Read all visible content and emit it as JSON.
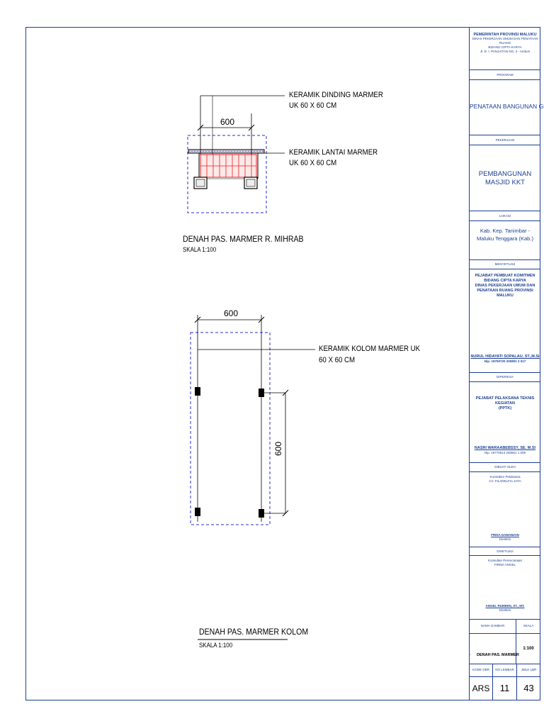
{
  "drawings": {
    "mihrab": {
      "label_wall": [
        "KERAMIK DINDING MARMER",
        "UK 60 X 60 CM"
      ],
      "label_floor": [
        "KERAMIK LANTAI MARMER",
        "UK 60 X 60 CM"
      ],
      "dimension": "600",
      "title": "DENAH PAS. MARMER R. MIHRAB",
      "scale": "SKALA 1:100"
    },
    "kolom": {
      "label_column": [
        "KERAMIK KOLOM MARMER UK",
        "60 X 60 CM"
      ],
      "dimension_h": "600",
      "dimension_v": "600",
      "title": "DENAH PAS. MARMER KOLOM",
      "scale": "SKALA 1:100"
    }
  },
  "title_block": {
    "header": {
      "agency": "PEMERINTAH PROVINSI MALUKU",
      "dept": "DINAS PEKERJAAN UMUM DAN PENATAAN RUANG",
      "field": "BIDANG CIPTA KARYA",
      "address": "Jl. D. I. PANJAITAN NO. 3 - Ambon"
    },
    "program_label": "PROGRAM",
    "program_value": "PENATAAN BANGUNAN GEDUNG",
    "pekerjaan_label": "PEKERJAAN",
    "pekerjaan_value": "PEMBANGUNAN MASJID KKT",
    "lokasi_label": "LOKASI",
    "lokasi_value": "Kab. Kep. Tanimbar - Maluku Tenggara (Kab.)",
    "menyetujui_label": "MENYETUJUI",
    "menyetujui_value": [
      "PEJABAT PEMBUAT KOMITMEN",
      "BIDANG CIPTA KARYA",
      "DINAS PEKERJAAN UMUM DAN",
      "PENATAAN RUANG PROVINSI MALUKU"
    ],
    "menyetujui_name": "NURUL HIDAYATI SOPALAU, ST.,M.Si",
    "menyetujui_nip": "Nip. 19750720 200801 2 017",
    "diperiksa_label": "DIPERIKSA",
    "diperiksa_value": [
      "PEJABAT PELAKSANA TEKNIS KEGIATAN",
      "(PPTK)"
    ],
    "diperiksa_name": "NASRI WARAABEBSSY, SE. M.SI",
    "diperiksa_nip": "Nip. 19770513 200801 1 009",
    "dibuat_label": "DIBUAT OLEH",
    "dibuat_value": [
      "Kontraktor Pelaksana",
      "CV. FILADELFIA JAYA"
    ],
    "dibuat_name": "FRIDA DAMAMAIN",
    "dibuat_role": "Direktris",
    "disetujui_label": "DISETUJUI",
    "disetujui_value": [
      "Konsultan Perencanaan",
      "FIRMA ANGEL"
    ],
    "disetujui_name": "ANGEL RUMIHIN, ST., MT.",
    "disetujui_role": "Direktris",
    "nama_gambar_label": "NAMA GAMBAR",
    "skala_label": "SKALA",
    "nama_gambar_prefix": "-",
    "nama_gambar_value": "DENAH PAS. MARMER",
    "skala_value": "1:100",
    "kode_label": "KODE GBR",
    "no_lembar_label": "NO LEMBAR",
    "jml_label": "JMLH LBR",
    "kode_value": "ARS",
    "no_lembar_value": "11",
    "jml_value": "43"
  }
}
